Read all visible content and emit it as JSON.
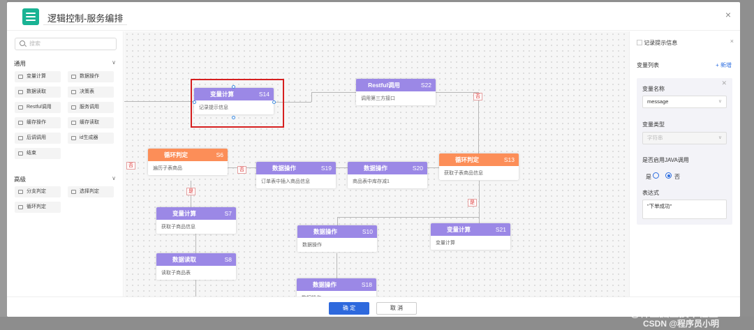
{
  "window": {
    "title": "逻辑控制-服务编排",
    "close": "×"
  },
  "left": {
    "search_placeholder": "搜索",
    "section_common": "通用",
    "section_advanced": "高级",
    "chevron": "∨",
    "common_items": [
      "变量计算",
      "数据操作",
      "数据读取",
      "决策表",
      "Restful调用",
      "服务调用",
      "缓存操作",
      "缓存读取",
      "后调调用",
      "id生成器",
      "结束"
    ],
    "advanced_items": [
      "分支判定",
      "选择判定",
      "循环判定"
    ]
  },
  "nodes": {
    "s14": {
      "title": "变量计算",
      "id": "S14",
      "desc": "记录提示信息"
    },
    "s22": {
      "title": "Restful调用",
      "id": "S22",
      "desc": "调用第三方接口"
    },
    "s6": {
      "title": "循环判定",
      "id": "S6",
      "desc": "遍历子表商品"
    },
    "s19": {
      "title": "数据操作",
      "id": "S19",
      "desc": "订单表中插入商品信息"
    },
    "s20": {
      "title": "数据操作",
      "id": "S20",
      "desc": "商品表中库存减1"
    },
    "s13": {
      "title": "循环判定",
      "id": "S13",
      "desc": "获取子表商品信息"
    },
    "s7": {
      "title": "变量计算",
      "id": "S7",
      "desc": "获取子商品信息"
    },
    "s10": {
      "title": "数据操作",
      "id": "S10",
      "desc": "数据操作"
    },
    "s21": {
      "title": "变量计算",
      "id": "S21",
      "desc": "变量计算"
    },
    "s8": {
      "title": "数据读取",
      "id": "S8",
      "desc": "读取子商品表"
    },
    "s18": {
      "title": "数据操作",
      "id": "S18",
      "desc": "数据操作"
    }
  },
  "tags": {
    "no": "否",
    "yes": "是"
  },
  "right": {
    "title": "记录提示信息",
    "close": "×",
    "var_list": "变量列表",
    "add": "+ 新增",
    "var_name_label": "变量名称",
    "var_name_value": "message",
    "var_type_label": "变量类型",
    "var_type_value": "字符串",
    "java_label": "是否启用JAVA调用",
    "yes": "是",
    "no": "否",
    "expr_label": "表达式",
    "expr_value": "\"下单成功\""
  },
  "footer": {
    "ok": "确 定",
    "cancel": "取 消"
  },
  "watermark": {
    "line1": "@稀土掘金技术社区",
    "line2": "CSDN @程序员小明"
  },
  "colors": {
    "purple": "#9b88e6",
    "orange": "#fc8e58",
    "primary": "#2e69dd",
    "selection": "#d61f1f"
  }
}
